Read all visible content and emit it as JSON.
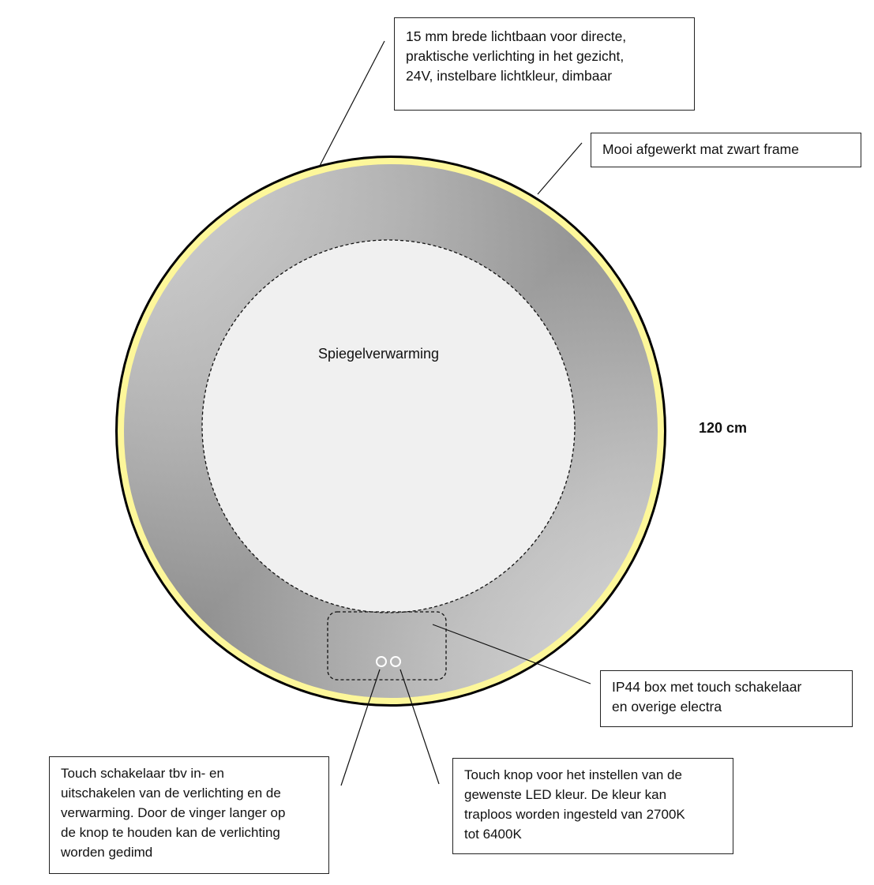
{
  "title_label": "Spiegelverwarming",
  "dimension_label": "120 cm",
  "callouts": {
    "light_strip": "15 mm brede lichtbaan voor directe,\npraktische verlichting in het gezicht,\n24V, instelbare lichtkleur, dimbaar",
    "frame": "Mooi afgewerkt mat zwart frame",
    "ip44_box": "IP44 box met touch schakelaar\nen overige electra",
    "touch_switch": "Touch schakelaar tbv in- en\nuitschakelen van de verlichting en de\nverwarming. Door de vinger langer op\nde knop te houden kan de verlichting\nworden gedimd",
    "touch_color": "Touch knop voor het instellen van de\ngewenste LED kleur. De kleur kan\ntraploos worden ingesteld van 2700K\ntot 6400K"
  },
  "colors": {
    "frame": "#000000",
    "light_strip": "#fdf79a",
    "heating_zone": "#f0f0f0"
  }
}
